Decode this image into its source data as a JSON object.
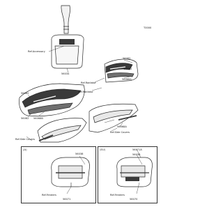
{
  "diagram_id": "T0000",
  "labels": {
    "ref_accessory": "Ref.Accessory",
    "ref_radiator_right": "Ref.Radiator",
    "ref_radiator_left": "Ref.Radiator",
    "ref_side_covers_right": "Ref.Side Covers",
    "ref_side_covers_left": "Ref.Side Covers",
    "ref_fenders_left": "Ref.Fenders",
    "ref_fenders_right": "Ref.Fenders",
    "part_number_plate": "56034",
    "part_shroud_right_top": "56062",
    "part_shroud_right_mid": "56062",
    "part_shroud_right_low": "56062",
    "part_shroud_left_a": "56062",
    "part_shroud_right_bottom": "56068A",
    "part_side_cover_right": "56068A",
    "part_side_cover_left": "56068B",
    "part_seat_left_a": "56038",
    "part_seat_left_b": "56071",
    "part_seat_right_a": "56071A",
    "part_seat_right_b": "56038",
    "part_seat_right_c": "56070"
  },
  "insets": {
    "left_tag": "(A)",
    "right_tag": "(EU)"
  },
  "colors": {
    "line": "#2b2b2b",
    "fill_dark": "#3a3a3a",
    "fill_light": "#e8e8e8",
    "accent_shade": "#6f6f6f"
  }
}
